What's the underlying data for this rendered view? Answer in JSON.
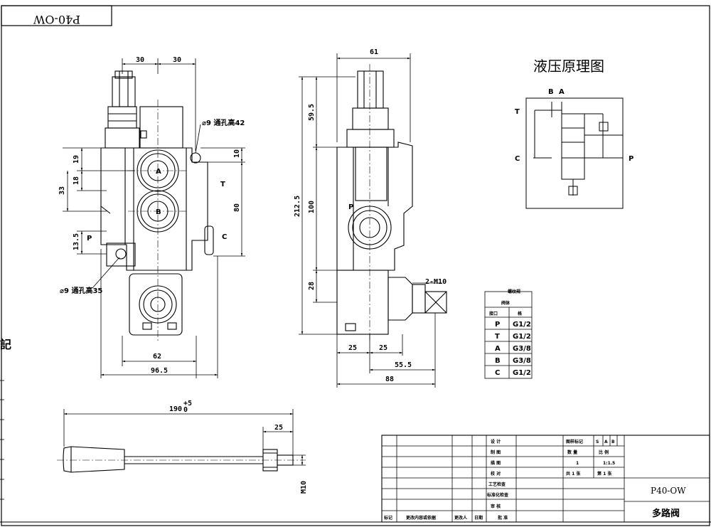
{
  "drawing": {
    "code_flipped": "P40-OW",
    "side_label": "記",
    "schematic_title": "液压原理图",
    "schematic_ports": {
      "b": "B",
      "a": "A",
      "t": "T",
      "c": "C",
      "p": "P"
    }
  },
  "front_view": {
    "dims": {
      "d30a": "30",
      "d30b": "30",
      "d19": "19",
      "d18": "18",
      "d33": "33",
      "d10": "10",
      "d80": "80",
      "d13_5": "13.5",
      "d62": "62",
      "d96_5": "96.5"
    },
    "ports": {
      "a": "A",
      "b": "B",
      "t": "T",
      "p": "P",
      "c": "C"
    },
    "hole_top": "⌀9 通孔高42",
    "hole_bottom": "⌀9 通孔高35"
  },
  "side_view": {
    "dims": {
      "d61": "61",
      "d59_5": "59.5",
      "d212_5": "212.5",
      "d100": "100",
      "d28": "28",
      "d25a": "25",
      "d25b": "25",
      "d55_5": "55.5",
      "d88": "88",
      "m10": "2-M10"
    },
    "port_p": "P"
  },
  "handle": {
    "length": "190",
    "tol_upper": "+5",
    "tol_lower": "0",
    "d25": "25",
    "m10": "M10"
  },
  "thread_table": {
    "title": "螺纹规",
    "subtitle": "阀体",
    "headers": [
      "接口",
      "格"
    ],
    "rows": [
      {
        "port": "P",
        "spec": "G1/2"
      },
      {
        "port": "T",
        "spec": "G1/2"
      },
      {
        "port": "A",
        "spec": "G3/8"
      },
      {
        "port": "B",
        "spec": "G3/8"
      },
      {
        "port": "C",
        "spec": "G1/2"
      }
    ]
  },
  "title_block": {
    "roles": [
      "设  计",
      "制  图",
      "描  图",
      "校  对",
      "工艺检查",
      "标准化检查",
      "审  核",
      "批  准"
    ],
    "bottom_headers": [
      "标记",
      "更改内容或依据",
      "更改人",
      "日期"
    ],
    "mark_label": "图样标记",
    "mark_letters": [
      "S",
      "A",
      "B"
    ],
    "qty_label": "数  量",
    "scale_label": "比  例",
    "qty_value": "1",
    "scale_value": "1:1.5",
    "sheets_total": "共 1 张",
    "sheet_no": "第 1 张",
    "code": "P40-OW",
    "name": "多路阀"
  }
}
